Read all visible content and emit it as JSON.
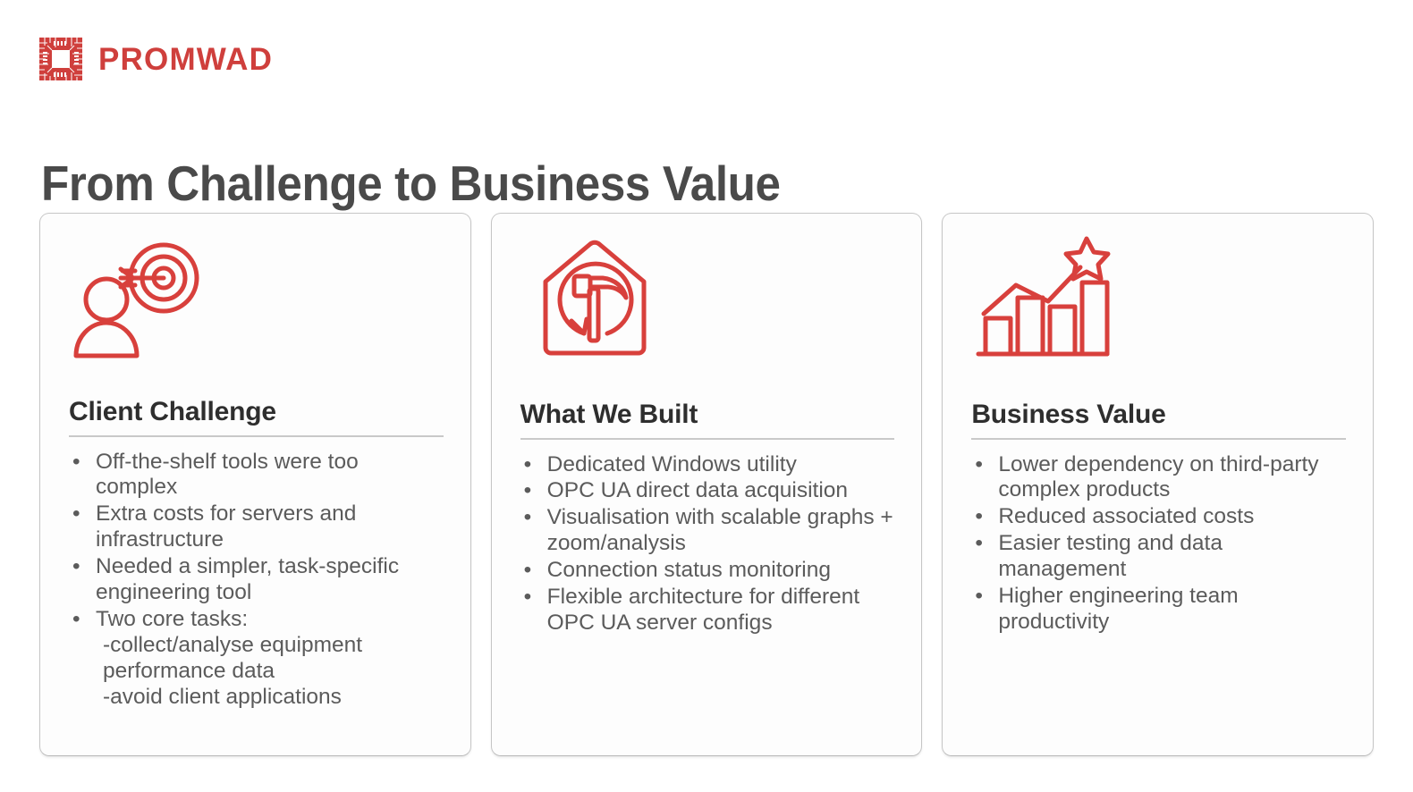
{
  "brand": {
    "logo_icon": "promwad-chip-logo-icon",
    "wordmark": "PROMWAD",
    "accent_color": "#cf3f3c"
  },
  "header": {
    "title": "From Challenge to Business Value",
    "title_color": "#4a4a4a"
  },
  "cards": [
    {
      "icon": "person-with-target-icon",
      "heading": "Client Challenge",
      "bullets": [
        {
          "text": "Off-the-shelf tools were too complex",
          "sublines": []
        },
        {
          "text": "Extra costs for servers and infrastructure",
          "sublines": []
        },
        {
          "text": "Needed a simpler, task-specific engineering tool",
          "sublines": []
        },
        {
          "text": "Two core tasks:",
          "sublines": [
            "-collect/analyse equipment performance data",
            "-avoid client applications"
          ]
        }
      ]
    },
    {
      "icon": "house-with-hammer-icon",
      "heading": "What We Built",
      "bullets": [
        {
          "text": "Dedicated Windows utility",
          "sublines": []
        },
        {
          "text": "OPC UA direct data acquisition",
          "sublines": []
        },
        {
          "text": "Visualisation with scalable graphs + zoom/analysis",
          "sublines": []
        },
        {
          "text": "Connection status monitoring",
          "sublines": []
        },
        {
          "text": "Flexible architecture for different OPC UA server configs",
          "sublines": []
        }
      ]
    },
    {
      "icon": "growth-bar-chart-star-icon",
      "heading": "Business Value",
      "bullets": [
        {
          "text": "Lower dependency on third-party complex products",
          "sublines": []
        },
        {
          "text": "Reduced associated costs",
          "sublines": []
        },
        {
          "text": "Easier testing and data management",
          "sublines": []
        },
        {
          "text": "Higher engineering team productivity",
          "sublines": []
        }
      ]
    }
  ],
  "bullet_marker": "•",
  "card_border_color": "#c6c6c6",
  "body_text_color": "#5b5b5b",
  "heading_text_color": "#2e2e2e"
}
